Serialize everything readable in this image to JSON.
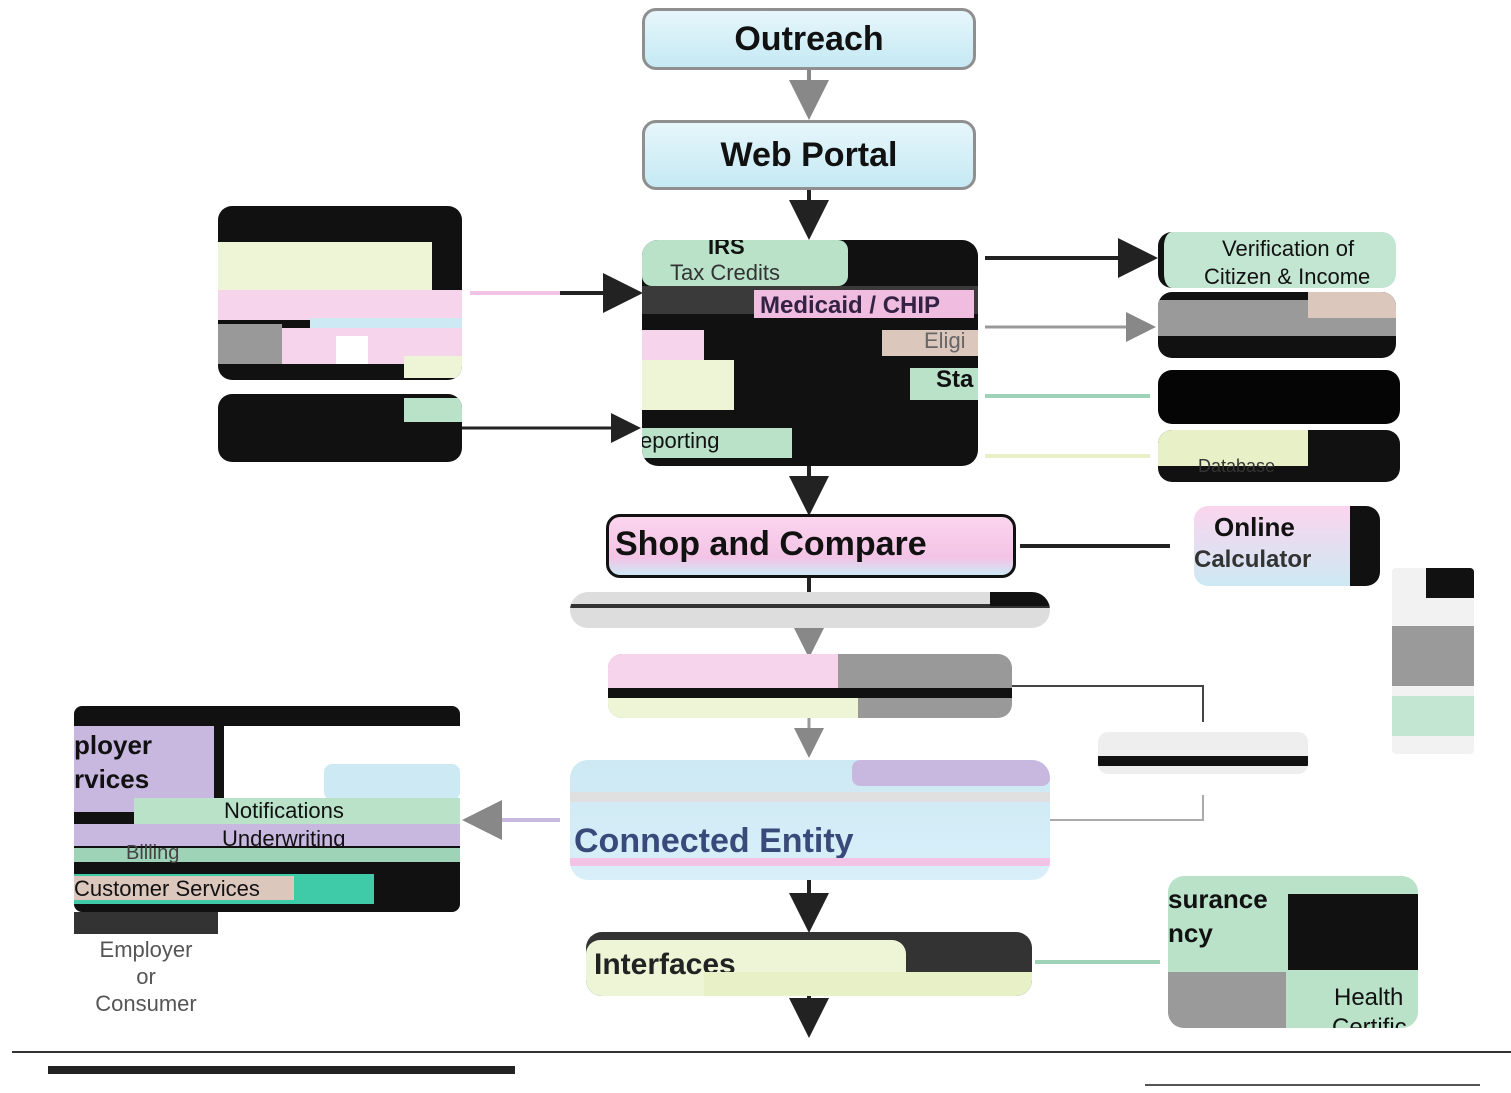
{
  "outreach": "Outreach",
  "web_portal": "Web Portal",
  "irs": "IRS",
  "tax_credits": "Tax Credits",
  "medicaid_chip": "Medicaid / CHIP",
  "eligibility_fragment": "Eligi",
  "state_fragment": "Sta",
  "reporting_fragment": "eporting",
  "verification_line1": "Verification of",
  "verification_line2": "Citizen & Income",
  "database_fragment": "Database",
  "shop_and_compare": "Shop and Compare",
  "online_calculator_line1": "Online",
  "online_calculator_line2": "Calculator",
  "employer_fragment": "ployer",
  "services_fragment": "rvices",
  "notifications": "Notifications",
  "underwriting": "Underwriting",
  "billing_fragment": "Billing",
  "customer_services": "Customer Services",
  "employer_or_consumer": [
    "Employer",
    "or",
    "Consumer"
  ],
  "connected_entity_fragment": "Connected Entity",
  "interfaces": "Interfaces",
  "insurance_agency_line1": "surance",
  "insurance_agency_line2": "ncy",
  "health_line1": "Health",
  "health_line2": "Certific"
}
